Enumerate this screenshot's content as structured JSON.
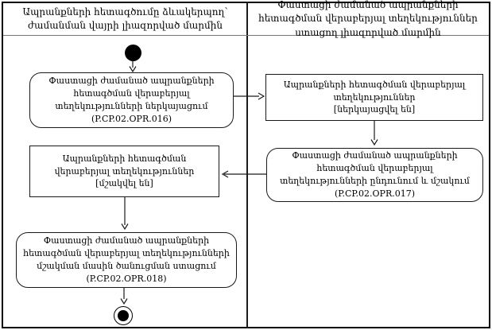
{
  "diagram": {
    "type": "uml-activity-diagram",
    "colors": {
      "line": "#1a1a1a",
      "background": "#ffffff",
      "text": "#000000"
    },
    "lanes": {
      "left": {
        "title": "Ապրանքների հետագծումը ձևակերպող՝ ժամանման վայրի լիազորված մարմին"
      },
      "right": {
        "title": "Փաստացի ժամանած ապրանքների հետագծման վերաբերյալ տեղեկություններ ստացող լիազորված մարմին"
      }
    },
    "nodes": {
      "activity016": {
        "label": "Փաստացի ժամանած ապրանքների հետագծման վերաբերյալ տեղեկությունների ներկայացում",
        "code": "(P.CP.02.OPR.016)"
      },
      "objectSubmitted": {
        "label": "Ապրանքների հետագծման վերաբերյալ տեղեկություններ",
        "state": "[ներկայացվել են]"
      },
      "activity017": {
        "label": "Փաստացի ժամանած ապրանքների հետագծման վերաբերյալ տեղեկությունների ընդունում և մշակում",
        "code": "(P.CP.02.OPR.017)"
      },
      "objectProcessed": {
        "label": "Ապրանքների հետագծման վերաբերյալ տեղեկություններ",
        "state": "[մշակվել են]"
      },
      "activity018": {
        "label": "Փաստացի ժամանած ապրանքների հետագծման վերաբերյալ տեղեկությունների մշակման մասին ծանուցման ստացում (P.CP.02.OPR.018)"
      }
    }
  }
}
